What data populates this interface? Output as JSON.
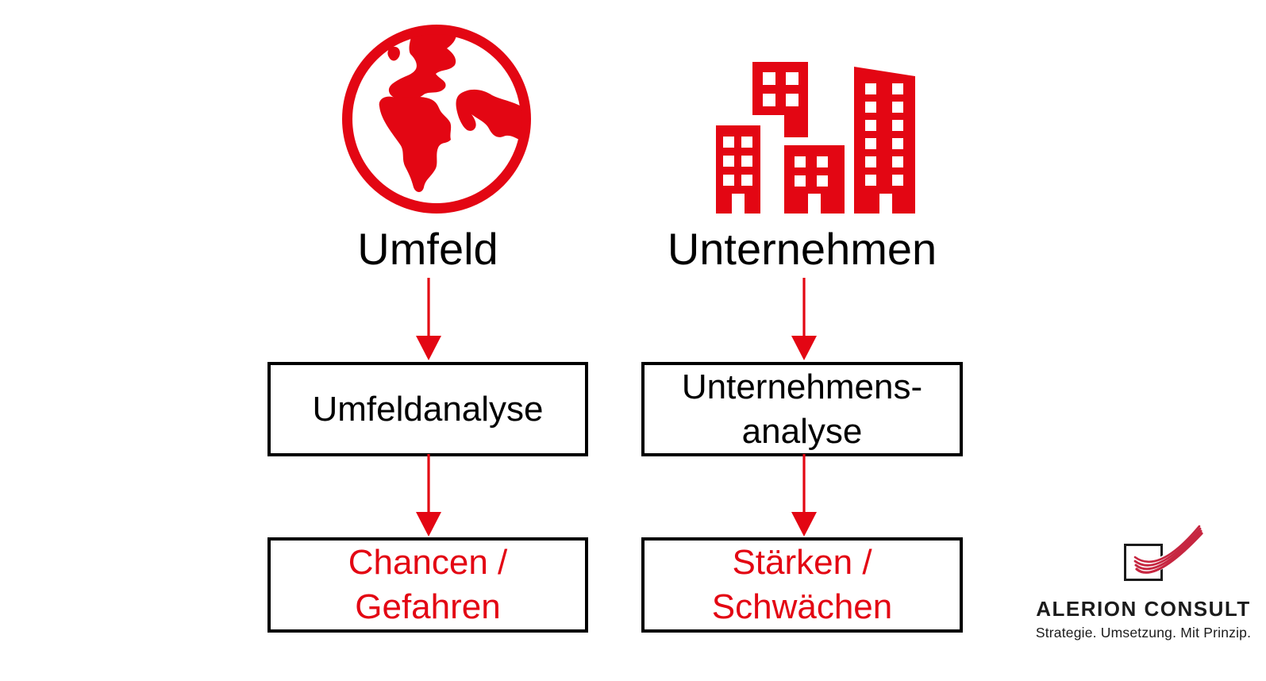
{
  "colors": {
    "accent_red": "#E30613",
    "swoosh_red": "#C62640",
    "box_border_black": "#000000",
    "label_black": "#000000",
    "logo_text": "#1B1B1B",
    "background": "#FFFFFF"
  },
  "columns": [
    {
      "icon": "globe-icon",
      "label": "Umfeld",
      "analysis_lines": [
        "Umfeldanalyse"
      ],
      "result_lines": [
        "Chancen /",
        "Gefahren"
      ]
    },
    {
      "icon": "buildings-icon",
      "label": "Unternehmen",
      "analysis_lines": [
        "Unternehmens-",
        "analyse"
      ],
      "result_lines": [
        "Stärken /",
        "Schwächen"
      ]
    }
  ],
  "logo": {
    "icon": "alerion-swoosh-square-icon",
    "name": "ALERION CONSULT",
    "tagline": "Strategie. Umsetzung. Mit Prinzip."
  }
}
